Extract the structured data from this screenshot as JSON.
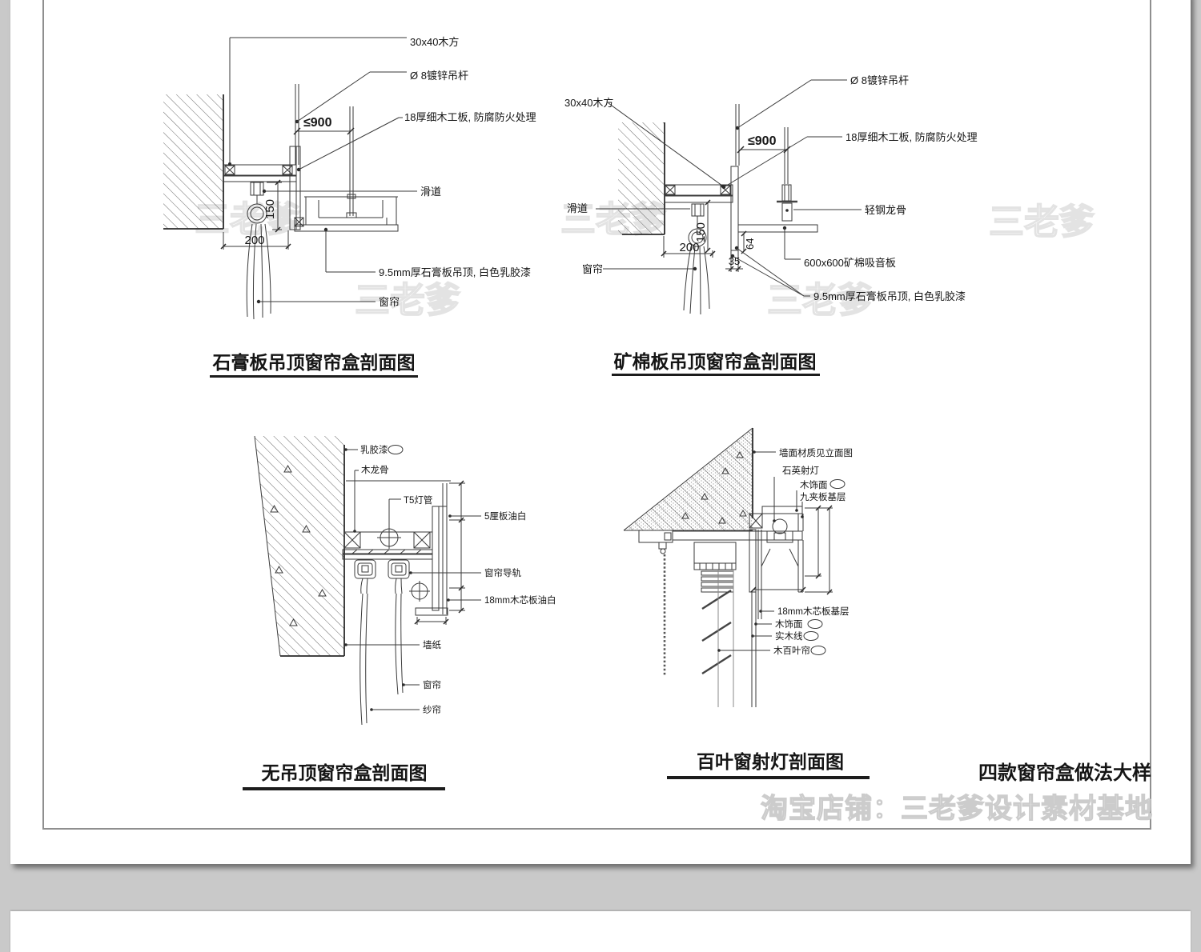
{
  "page": {
    "main_title": "四款窗帘盒做法大样",
    "store_watermark": "淘宝店铺：三老爹设计素材基地",
    "corner_watermark": "三老爹"
  },
  "details": {
    "d1": {
      "title": "石膏板吊顶窗帘盒剖面图",
      "labels": {
        "batten": "30x40木方",
        "rod": "Ø 8镀锌吊杆",
        "spacing": "≤900",
        "blockboard": "18厚细木工板, 防腐防火处理",
        "track": "滑道",
        "gypsum": "9.5mm厚石膏板吊顶, 白色乳胶漆",
        "curtain": "窗帘"
      },
      "dims": {
        "h": "150",
        "w": "200"
      }
    },
    "d2": {
      "title": "矿棉板吊顶窗帘盒剖面图",
      "labels": {
        "batten": "30x40木方",
        "rod": "Ø 8镀锌吊杆",
        "spacing": "≤900",
        "blockboard": "18厚细木工板, 防腐防火处理",
        "track": "滑道",
        "keel": "轻钢龙骨",
        "mineral": "600x600矿棉吸音板",
        "gypsum": "9.5mm厚石膏板吊顶, 白色乳胶漆",
        "curtain": "窗帘"
      },
      "dims": {
        "h": "150",
        "w": "200",
        "gap": "64",
        "t": "35"
      }
    },
    "d3": {
      "title": "无吊顶窗帘盒剖面图",
      "labels": {
        "latex": "乳胶漆",
        "keel": "木龙骨",
        "t5": "T5灯管",
        "panel5": "5厘板油白",
        "rail": "窗帘导轨",
        "core": "18mm木芯板油白",
        "wallpaper": "墙纸",
        "curtain": "窗帘",
        "sheer": "纱帘"
      }
    },
    "d4": {
      "title": "百叶窗射灯剖面图",
      "labels": {
        "wallface": "墙面材质见立面图",
        "quartz": "石英射灯",
        "veneer1": "木饰面",
        "plywood": "九夹板基层",
        "core": "18mm木芯板基层",
        "veneer2": "木饰面",
        "woodline": "实木线",
        "blind": "木百叶帘"
      }
    }
  },
  "colors": {
    "page_bg": "#c9c9c9",
    "paper": "#ffffff",
    "line": "#3a3a3a",
    "watermark": "#e3e3e3"
  }
}
